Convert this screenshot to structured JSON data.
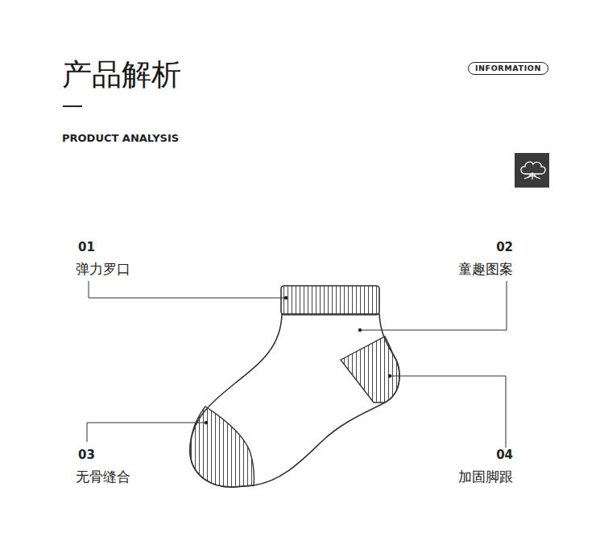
{
  "diagram": {
    "title": "产品解析",
    "nodes": [
      {
        "text": [
          "INFORMATION"
        ]
      }
    ],
    "labels": [
      "PRODUCT ANALYSIS",
      "01",
      "弹力罗口",
      "02",
      "童趣图案",
      "03",
      "无骨缝合",
      "04",
      "加固脚跟"
    ]
  }
}
